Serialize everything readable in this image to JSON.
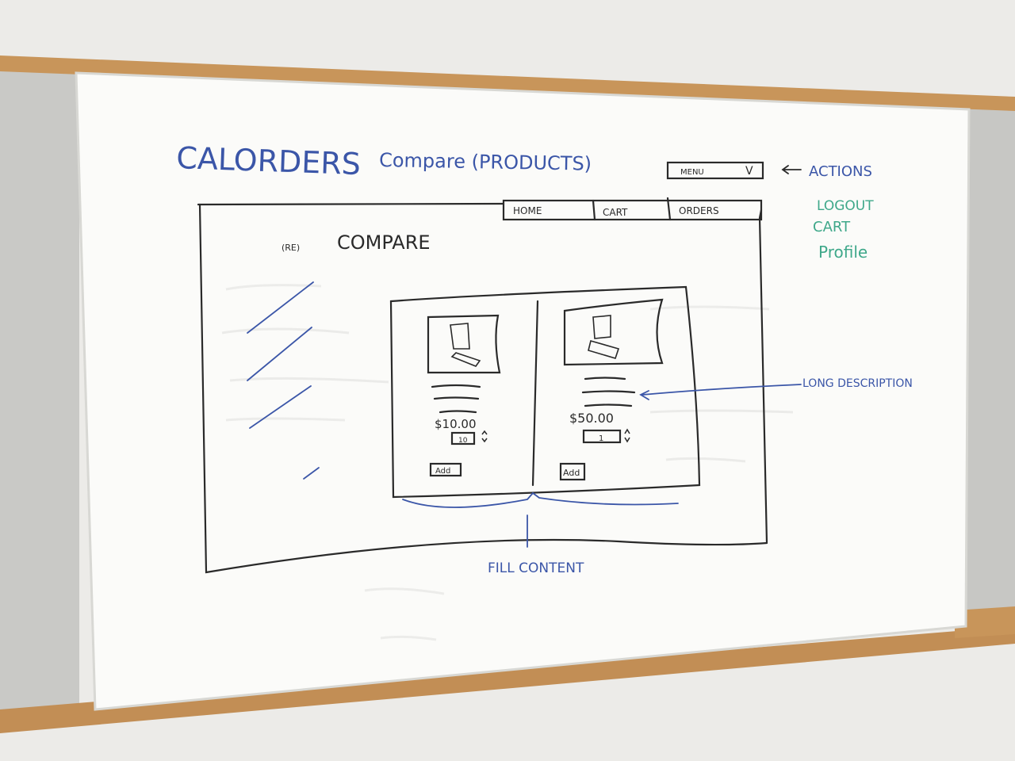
{
  "title": {
    "app": "CALORDERS",
    "rest": "Compare (PRODUCTS)"
  },
  "menu": {
    "label": "MENU",
    "chevron": "V"
  },
  "nav_tabs": [
    "HOME",
    "CART",
    "ORDERS"
  ],
  "page_heading": {
    "prefix": "(RE)",
    "text": "COMPARE"
  },
  "actions": {
    "title": "ACTIONS",
    "items": [
      "LOGOUT",
      "CART",
      "Profile"
    ]
  },
  "products": [
    {
      "price": "$10.00",
      "quantity": "10",
      "add_label": "Add"
    },
    {
      "price": "$50.00",
      "quantity": "1",
      "add_label": "Add"
    }
  ],
  "annotations": {
    "long_description": "LONG DESCRIPTION",
    "fill_content": "FILL CONTENT"
  },
  "colors": {
    "wall": "#e9e9e7",
    "felt": "#c8c8c6",
    "wood": "#c8955a",
    "board": "#fbfbf9",
    "ink_black": "#2a2a2a",
    "ink_blue": "#3b56a8",
    "ink_green": "#3fa88a"
  }
}
